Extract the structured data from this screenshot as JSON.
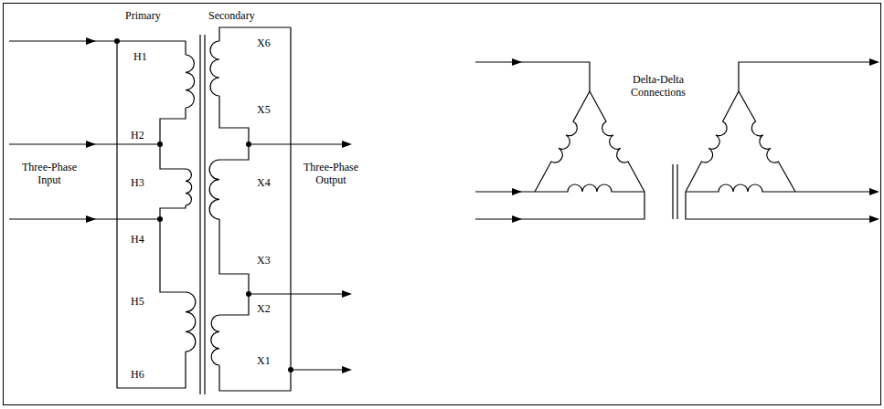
{
  "diagram": {
    "labels": [
      "Primary",
      "Secondary",
      "H1",
      "H2",
      "H3",
      "H4",
      "H5",
      "H6",
      "X6",
      "X5",
      "X4",
      "X3",
      "X2",
      "X1",
      "Three-Phase Input",
      "Three-Phase Output",
      "Delta-Delta Connections"
    ]
  }
}
